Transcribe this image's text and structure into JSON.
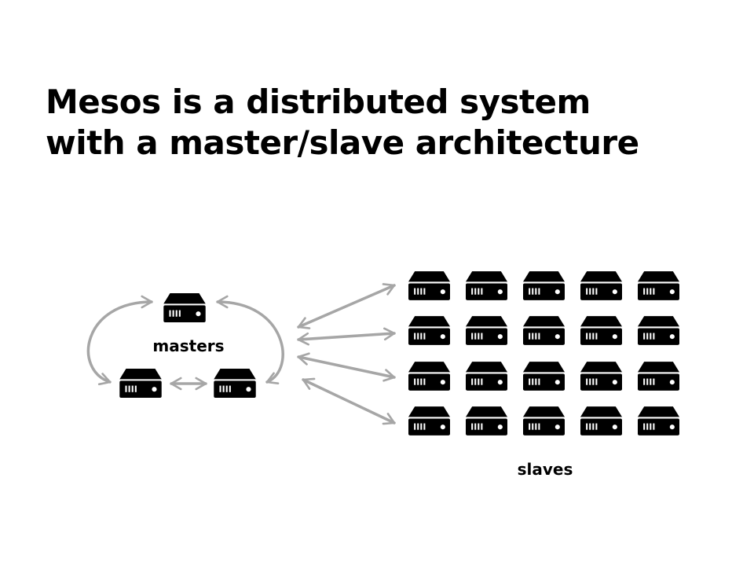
{
  "title": {
    "line1": "Mesos is a distributed system",
    "line2": "with a master/slave architecture"
  },
  "labels": {
    "masters": "masters",
    "slaves": "slaves"
  },
  "masters": {
    "count": 3,
    "icon": "server-icon"
  },
  "slaves": {
    "rows": 4,
    "cols": 5,
    "icon": "server-icon"
  },
  "colors": {
    "background": "#ffffff",
    "server": "#000000",
    "arrow": "#a6a6a6",
    "text": "#000000"
  }
}
